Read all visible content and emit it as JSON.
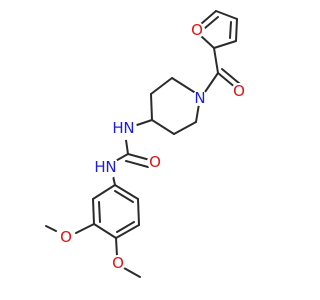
{
  "molecule": {
    "colors": {
      "bond": "#2b2b2b",
      "nitrogen": "#1f1fd6",
      "oxygen": "#e01414"
    },
    "atoms": {
      "n_piperidine": "N",
      "o_carbonyl": "O",
      "o_furan": "O",
      "n_urea_top": "N",
      "n_urea_top_h": "H",
      "o_urea": "O",
      "n_urea_bottom": "N",
      "n_urea_bottom_h": "H",
      "o_methoxy_1": "O",
      "o_methoxy_2": "O"
    }
  }
}
